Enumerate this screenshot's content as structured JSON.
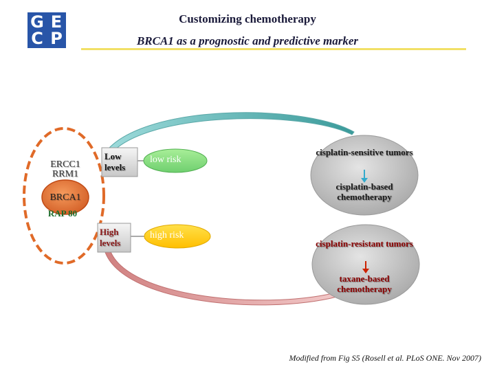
{
  "logo": {
    "letters": [
      "G",
      "E",
      "C",
      "P"
    ],
    "color": "#2855a8"
  },
  "title": {
    "line1": "Customizing chemotherapy",
    "line2": "BRCA1 as a prognostic and predictive marker"
  },
  "markers": {
    "ercc1": "ERCC1",
    "rrm1": "RRM1",
    "brca1": "BRCA1",
    "rap80": "RAP 80"
  },
  "levels": {
    "low": "Low levels",
    "high": "High levels"
  },
  "risk": {
    "low": "low risk",
    "high": "high risk"
  },
  "outcomes": {
    "sensitive": "cisplatin-sensitive tumors",
    "sensitive_therapy": "cisplatin-based chemotherapy",
    "resistant": "cisplatin-resistant tumors",
    "resistant_therapy": "taxane-based chemotherapy"
  },
  "colors": {
    "low_risk_fill": "#88dd88",
    "high_risk_fill": "#ffcc00",
    "brca1_fill": "#e8753a",
    "dashed_border": "#e06a28",
    "oval_fill": "#c8c8c8",
    "sensitive_arrow": "#33aacc",
    "resistant_arrow": "#cc2200"
  },
  "footnote": "Modified from Fig S5 (Rosell et al. PLoS ONE. Nov 2007)"
}
